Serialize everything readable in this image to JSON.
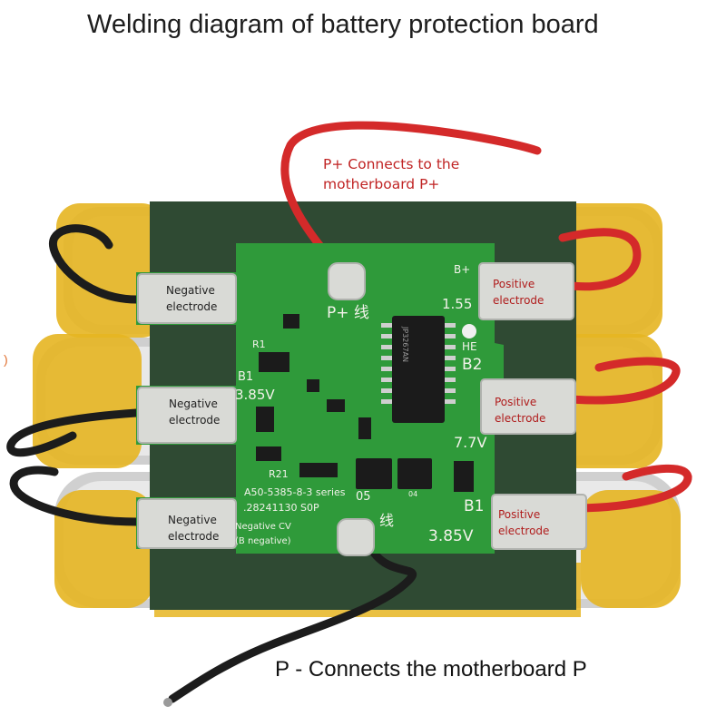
{
  "title": "Welding diagram of battery protection board",
  "callouts": {
    "p_plus": "P+ Connects to the motherboard P+",
    "p_minus": "P - Connects the motherboard P"
  },
  "pads": {
    "neg_1": "Negative electrode",
    "neg_2": "Negative electrode",
    "neg_3": "Negative electrode",
    "pos_1": "Positive electrode",
    "pos_2": "Positive electrode",
    "pos_3": "Positive electrode"
  },
  "board": {
    "b_plus": "B+",
    "p_plus_line": "P+ 线",
    "v_1155": "1.55",
    "he": "HE",
    "b2": "B2",
    "b1_left": "B1",
    "v_385_left": "3.85V",
    "v_77": "7.7V",
    "r1": "R1",
    "r21": "R21",
    "model": "A50-5385-8-3 series",
    "lot": ".28241130 S0P",
    "code_05": "05",
    "code_04": "04",
    "neg_cv": "Negative CV",
    "b_negative": "(B negative)",
    "xian": "线",
    "b1_right": "B1",
    "v_385_right": "3.85V",
    "chip_text": "JP3267AN"
  },
  "colors": {
    "board_green": "#2f9a3a",
    "tape_green": "#2f4a33",
    "wire_red": "#d42a2a",
    "wire_black": "#1c1c1c",
    "kapton": "#e6b521"
  },
  "corner_mark": ")"
}
